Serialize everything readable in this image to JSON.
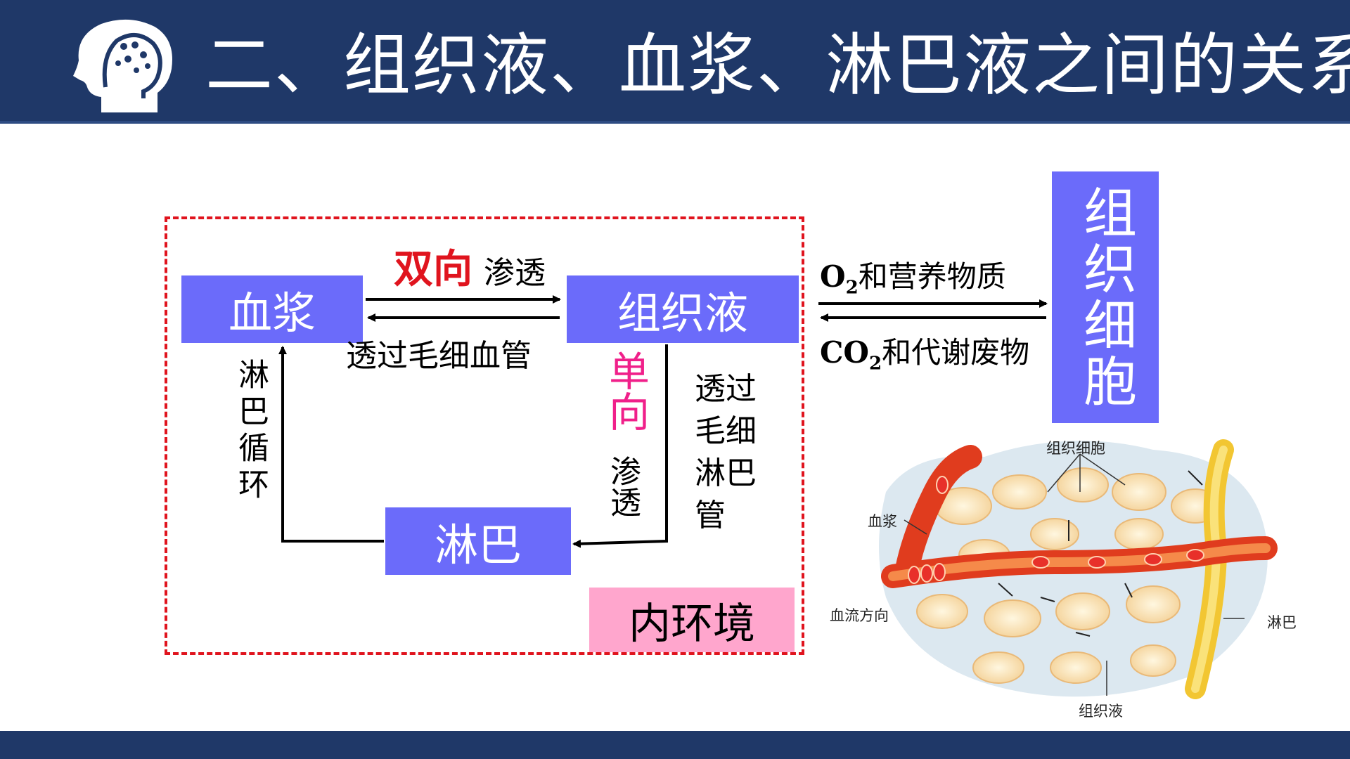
{
  "title": "二、组织液、血浆、淋巴液之间的关系",
  "boxes": {
    "plasma": "血浆",
    "tissue_fluid": "组织液",
    "lymph": "淋巴",
    "tissue_cells": "组织细胞",
    "internal_environment": "内环境"
  },
  "labels": {
    "bidirectional": "双向",
    "osmosis": "渗透",
    "through_capillary": "透过毛细血管",
    "unidirectional": "单向",
    "osmosis_vertical": "渗透",
    "through_lymph_capillary": "透过毛细淋巴管",
    "lymph_circulation": "淋巴循环",
    "o2_nutrients_prefix": "O",
    "o2_sub": "2",
    "o2_nutrients_suffix": "和营养物质",
    "co2_waste_prefix": "CO",
    "co2_sub": "2",
    "co2_waste_suffix": "和代谢废物"
  },
  "illustration": {
    "tissue_cells": "组织细胞",
    "plasma": "血浆",
    "blood_flow": "血流方向",
    "lymph": "淋巴",
    "tissue_fluid": "组织液"
  },
  "colors": {
    "header": "#1f3868",
    "box": "#6b6bfa",
    "dash": "#e0141e",
    "bidirectional": "#e0141e",
    "unidirectional": "#f0208a",
    "internal_env": "#ffa6cd"
  },
  "icons": [
    "head-brain-icon"
  ]
}
